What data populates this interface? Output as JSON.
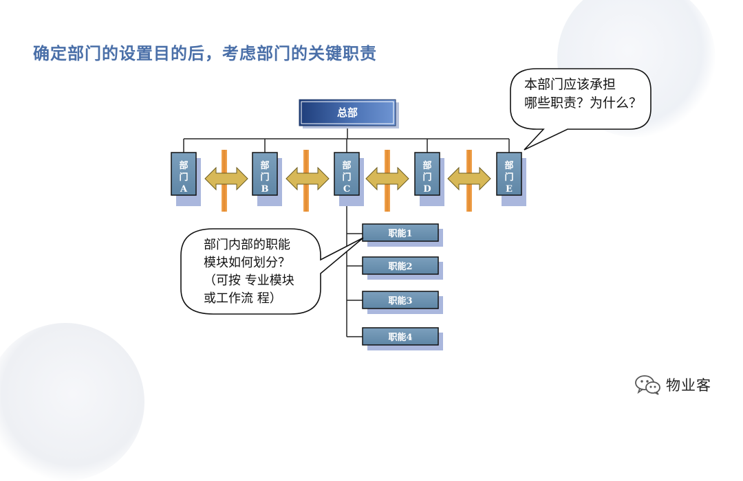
{
  "slide": {
    "title": "确定部门的设置目的后，考虑部门的关键职责"
  },
  "org": {
    "hq": "总部",
    "departments": [
      {
        "l1": "部",
        "l2": "门",
        "l3": "A"
      },
      {
        "l1": "部",
        "l2": "门",
        "l3": "B"
      },
      {
        "l1": "部",
        "l2": "门",
        "l3": "C"
      },
      {
        "l1": "部",
        "l2": "门",
        "l3": "D"
      },
      {
        "l1": "部",
        "l2": "门",
        "l3": "E"
      }
    ],
    "functions": [
      "职能1",
      "职能2",
      "职能3",
      "职能4"
    ]
  },
  "bubbles": {
    "top_right": "本部门应该承担\n哪些职责？为什么？",
    "left": "部门内部的职能\n模块如何划分？\n（可按 专业模块\n或工作流 程）"
  },
  "colors": {
    "title": "#4a6fa8",
    "box_fill": "#6d93b0",
    "box_shadow": "#aab7dd",
    "arrow_fill": "#d7b857",
    "bar_fill": "#e8923a"
  },
  "watermark": {
    "text": "物业客",
    "icon": "wechat-icon"
  }
}
